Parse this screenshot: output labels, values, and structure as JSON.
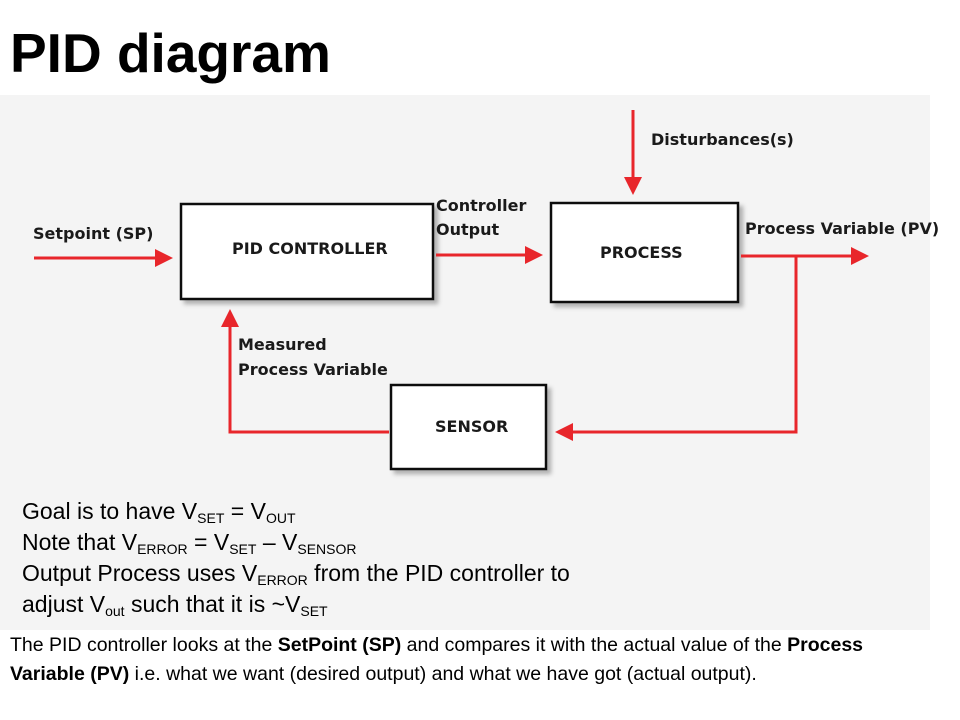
{
  "title": "PID diagram",
  "diagram": {
    "boxes": {
      "pid_controller": "PID CONTROLLER",
      "process": "PROCESS",
      "sensor": "SENSOR"
    },
    "labels": {
      "setpoint": "Setpoint (SP)",
      "controller_output": [
        "Controller",
        "Output"
      ],
      "disturbances": "Disturbances(s)",
      "process_variable": "Process Variable (PV)",
      "measured_pv": [
        "Measured",
        "Process Variable"
      ]
    },
    "colors": {
      "arrow": "#e8262b",
      "box_border": "#111111"
    }
  },
  "notes": {
    "line1": {
      "a": "Goal is to have V",
      "sub1": "SET",
      "b": " = V",
      "sub2": "OUT"
    },
    "line2": {
      "a": "Note that  V",
      "sub1": "ERROR",
      "b": " = V",
      "sub2": "SET",
      "c": " – V",
      "sub3": "SENSOR"
    },
    "line3": {
      "a": "Output Process uses V",
      "sub1": "ERROR",
      "b": " from the PID controller to"
    },
    "line4": {
      "a": "adjust V",
      "sub1": "out",
      "b": " such that it is ~V",
      "sub2": "SET"
    }
  },
  "paragraph": {
    "p1": "The PID controller looks at the ",
    "b1": "SetPoint (SP)",
    "p2": " and compares it with the actual value of the ",
    "b2": "Process Variable (PV)",
    "p3": " i.e. what we want (desired output) and what we have got (actual output)."
  }
}
